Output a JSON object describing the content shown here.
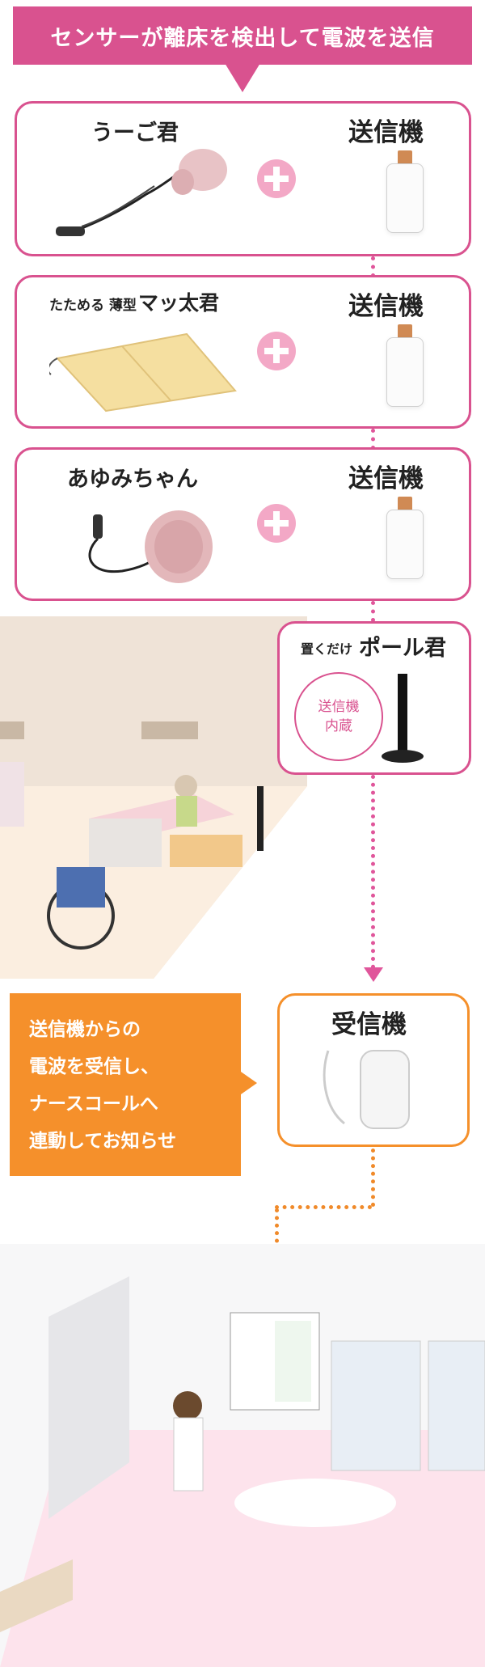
{
  "banner": {
    "text": "センサーが離床を検出して電波を送信"
  },
  "sensors": [
    {
      "name": "うーご君",
      "transmitter_label": "送信機"
    },
    {
      "name_prefix": "たためる 薄型",
      "name_main": "マッ太君",
      "transmitter_label": "送信機"
    },
    {
      "name": "あゆみちゃん",
      "transmitter_label": "送信機"
    }
  ],
  "pole": {
    "name_prefix": "置くだけ",
    "name_main": "ポール君",
    "badge_line1": "送信機",
    "badge_line2": "内蔵"
  },
  "receiver": {
    "label": "受信機"
  },
  "info": {
    "lines": [
      "送信機からの",
      "電波を受信し、",
      "ナースコールへ",
      "連動してお知らせ"
    ]
  },
  "colors": {
    "pink": "#d9528f",
    "orange": "#f5902b",
    "plus": "#f3a8c6"
  }
}
